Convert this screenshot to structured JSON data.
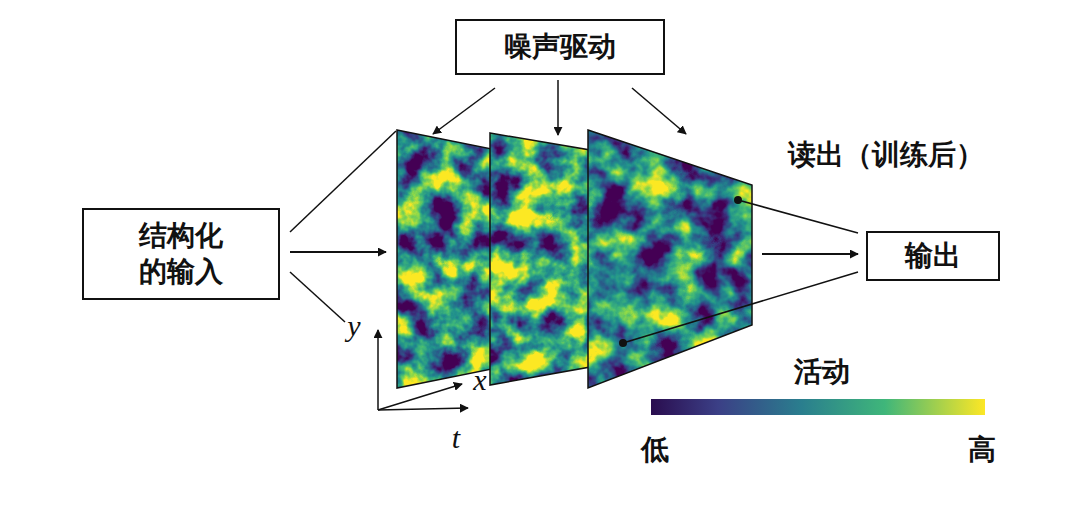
{
  "diagram": {
    "nodes": [
      {
        "text": [
          "噪声驱动"
        ]
      },
      {
        "text": [
          "结构化 的输入"
        ]
      },
      {
        "text": [
          "输出"
        ]
      }
    ],
    "labels": [
      "读出（训练后）",
      "活动",
      "低",
      "高",
      "y",
      "x",
      "t"
    ]
  }
}
